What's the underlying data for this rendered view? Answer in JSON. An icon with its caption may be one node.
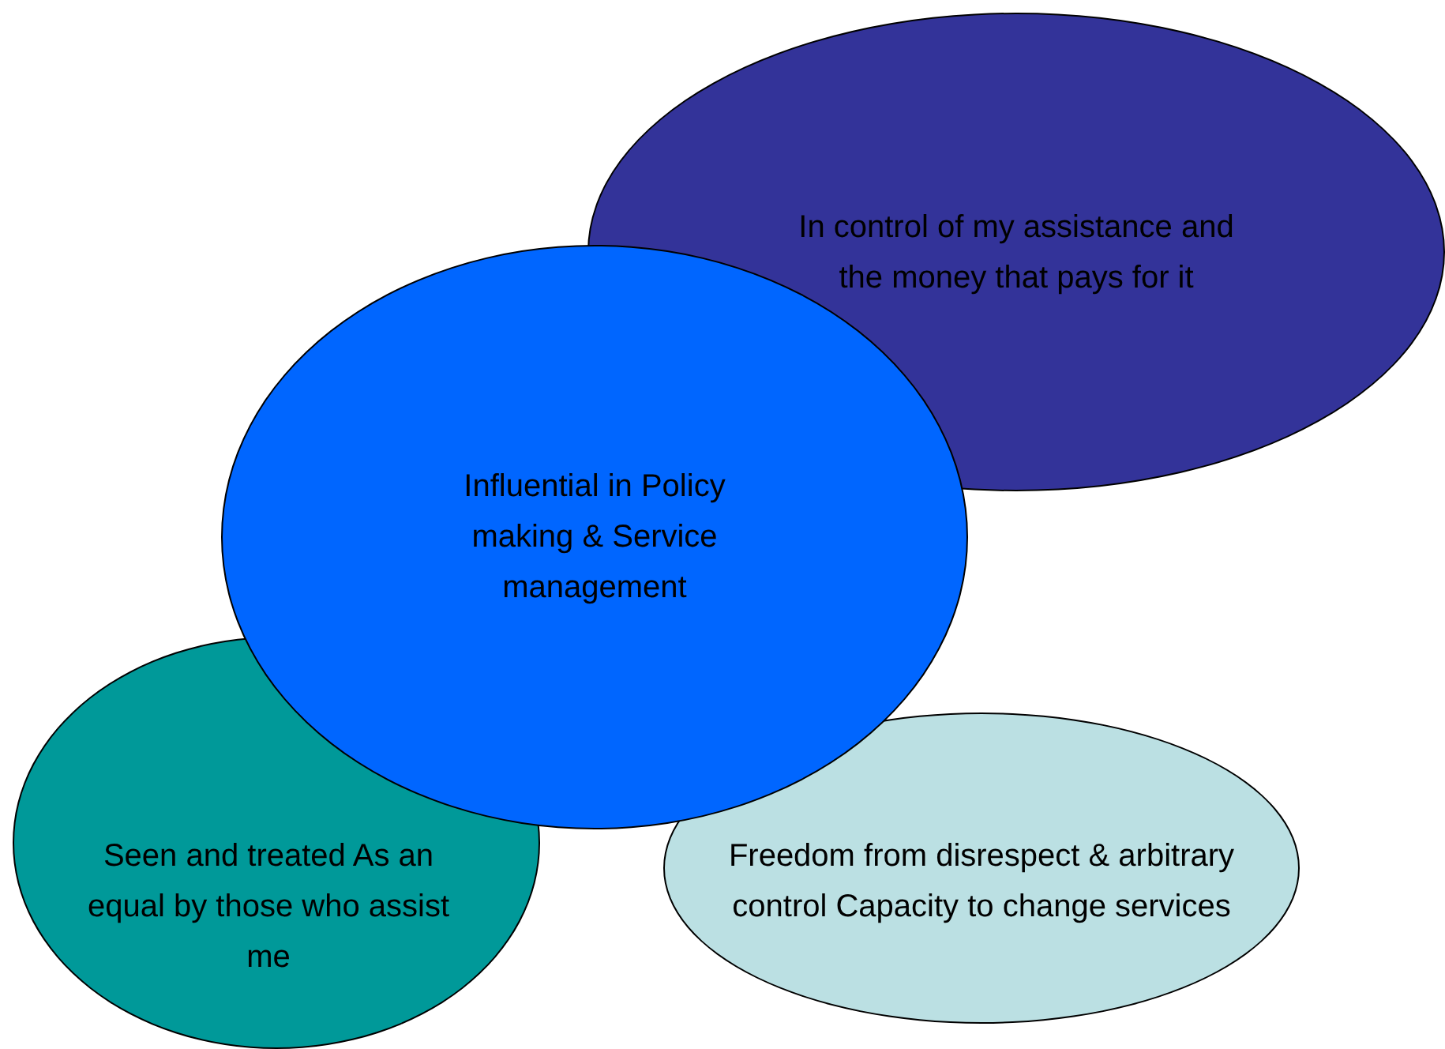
{
  "diagram": {
    "nodes": [
      {
        "text": [
          "In control of my assistance and the money that pays for it"
        ]
      },
      {
        "text": [
          "Influential in Policy making & Service management"
        ]
      },
      {
        "text": [
          "Seen and treated As an equal by those who assist me"
        ]
      },
      {
        "text": [
          "Freedom from disrespect & arbitrary control Capacity to change services"
        ]
      }
    ]
  }
}
